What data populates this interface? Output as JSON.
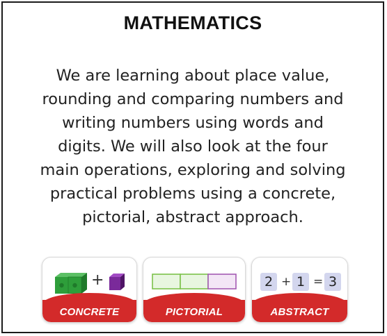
{
  "title": "MATHEMATICS",
  "body_lines": [
    "We are learning about place value,",
    "rounding and comparing numbers and",
    "writing numbers using words and",
    "digits. We will also look at the four",
    "main operations, exploring and solving",
    "practical problems using a concrete,",
    "pictorial, abstract approach."
  ],
  "cards": {
    "concrete": {
      "label": "CONCRETE",
      "plus": "+"
    },
    "pictorial": {
      "label": "PICTORIAL"
    },
    "abstract": {
      "label": "ABSTRACT",
      "n1": "2",
      "op": "+",
      "n2": "1",
      "eq": "=",
      "result": "3"
    }
  },
  "colors": {
    "band_red": "#d32a2a",
    "cube_green": "#2e9e3a",
    "cube_purple": "#7a2a9a",
    "bar_green_fill": "#e8f6e0",
    "bar_green_stroke": "#7cc24a",
    "bar_purple_fill": "#f3e6f6",
    "bar_purple_stroke": "#a35ab3",
    "number_box": "#d3d6ee"
  }
}
